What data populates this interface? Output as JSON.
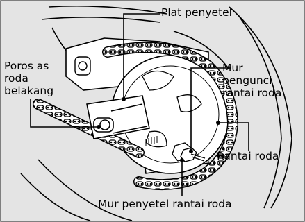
{
  "figure": {
    "labels": {
      "plat_penyetel": "Plat penyetel",
      "poros_as": [
        "Poros as",
        "roda",
        "belakang"
      ],
      "mur_pengunci": [
        "Mur",
        "pengunci",
        "rantai roda"
      ],
      "rantai_roda": "Rantai roda",
      "mur_penyetel": "Mur penyetel rantai roda"
    },
    "colors": {
      "background": "#e4e4e4",
      "line": "#000000",
      "frame": "#555555"
    }
  }
}
